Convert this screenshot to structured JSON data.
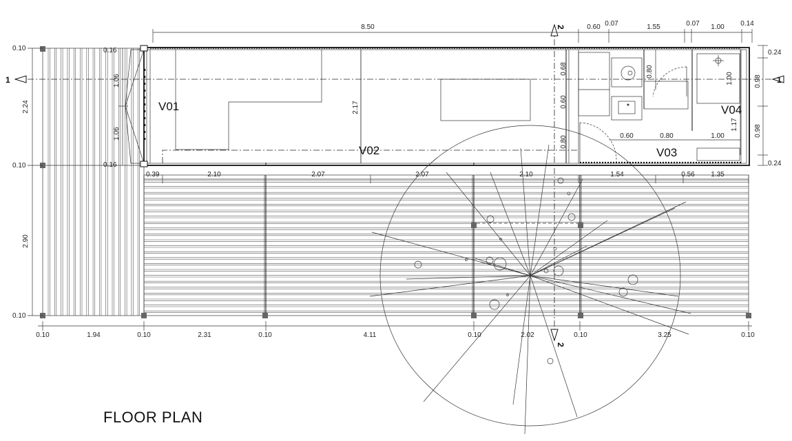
{
  "title": "FLOOR PLAN",
  "section_markers": [
    "1",
    "1",
    "2",
    "2"
  ],
  "window_labels": [
    "V01",
    "V02",
    "V03",
    "V04"
  ],
  "dims": {
    "top_850": "8.50",
    "top_060": "0.60",
    "top_007a": "0.07",
    "top_155": "1.55",
    "top_007b": "0.07",
    "top_100": "1.00",
    "top_014": "0.14",
    "left_010a": "0.10",
    "left_016a": "0.16",
    "left_106a": "1.06",
    "left_224": "2.24",
    "left_106b": "1.06",
    "left_010b": "0.10",
    "left_016b": "0.16",
    "left_290": "2.90",
    "left_010c": "0.10",
    "right_024a": "0.24",
    "right_098a": "0.98",
    "right_098b": "0.98",
    "right_024b": "0.24",
    "int_217": "2.17",
    "int_068": "0.68",
    "int_060v": "0.60",
    "int_080v": "0.80",
    "int_080b": "0.80",
    "int_100v": "1.00",
    "int_117": "1.17",
    "int_060h": "0.60",
    "int_080h": "0.80",
    "int_100h": "1.00",
    "mid_039": "0.39",
    "mid_210a": "2.10",
    "mid_207a": "2.07",
    "mid_207b": "2.07",
    "mid_210b": "2.10",
    "mid_154": "1.54",
    "mid_056": "0.56",
    "mid_135": "1.35",
    "bot_010a": "0.10",
    "bot_194": "1.94",
    "bot_010b": "0.10",
    "bot_231": "2.31",
    "bot_010c": "0.10",
    "bot_411": "4.11",
    "bot_010d": "0.10",
    "bot_202": "2.02",
    "bot_010e": "0.10",
    "bot_325": "3.25",
    "bot_010f": "0.10"
  }
}
